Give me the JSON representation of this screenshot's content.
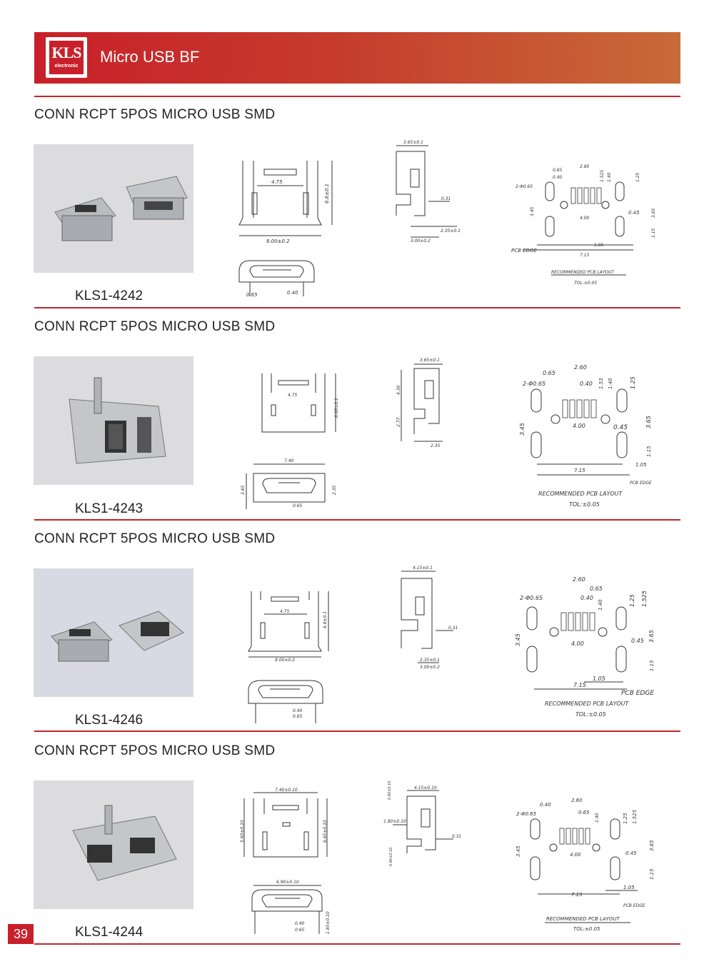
{
  "header": {
    "logo_text": "KLS",
    "logo_sub": "electronic",
    "title": "Micro USB BF"
  },
  "page_number": "39",
  "sections": [
    {
      "title": "CONN RCPT 5POS MICRO USB SMD",
      "part": "KLS1-4242",
      "front": {
        "w": "4.75",
        "h": "6.6±0.1",
        "base": "8.00±0.2"
      },
      "side": {
        "top": "3.65±0.1",
        "d1": "0.31",
        "d2": "2.35±0.1",
        "d3": "3.00±0.2"
      },
      "bottom": {
        "a": "0.65",
        "b": "0.40"
      },
      "pcb": {
        "a": "0.65",
        "b": "2.60",
        "c": "0.40",
        "d": "1.525",
        "e": "1.40",
        "f": "1.25",
        "hole": "2-Φ0.65",
        "g": "3.45",
        "h": "4.00",
        "i": "0.45",
        "j": "3.65",
        "k": "1.15",
        "l": "1.05",
        "m": "7.15",
        "edge": "PCB EDGE",
        "rec": "RECOMMENDED PCB LAYOUT",
        "tol": "TOL:±0.05"
      }
    },
    {
      "title": "CONN RCPT 5POS MICRO USB SMD",
      "part": "KLS1-4243",
      "front": {
        "w": "4.75",
        "h": "6.60±0.1"
      },
      "side": {
        "top": "3.65±0.1",
        "d1": "4.30",
        "d2": "2.77",
        "d3": "2.35"
      },
      "bottom": {
        "a": "7.40",
        "b": "3.65",
        "c": "2.35",
        "d": "0.65"
      },
      "pcb": {
        "a": "0.65",
        "b": "2.60",
        "c": "0.40",
        "d": "1.53",
        "e": "1.40",
        "f": "1.25",
        "hole": "2-Φ0.65",
        "g": "3.45",
        "h": "4.00",
        "i": "0.45",
        "j": "3.65",
        "k": "1.15",
        "l": "1.05",
        "m": "7.15",
        "edge": "PCB EDGE",
        "rec": "RECOMMENDED PCB LAYOUT",
        "tol": "TOL:±0.05"
      }
    },
    {
      "title": "CONN RCPT 5POS MICRO USB SMD",
      "part": "KLS1-4246",
      "front": {
        "w": "4.75",
        "h": "6.6±0.1",
        "base": "8.00±0.2"
      },
      "side": {
        "top": "4.15±0.1",
        "d1": "0.31",
        "d2": "2.35±0.1",
        "d3": "3.00±0.2"
      },
      "bottom": {
        "a": "0.40",
        "b": "0.65"
      },
      "pcb": {
        "a": "0.65",
        "b": "2.60",
        "c": "0.40",
        "d": "1.525",
        "e": "1.40",
        "f": "1.25",
        "hole": "2-Φ0.65",
        "g": "3.45",
        "h": "4.00",
        "i": "0.45",
        "j": "3.65",
        "k": "1.15",
        "l": "1.05",
        "m": "7.15",
        "edge": "PCB EDGE",
        "rec": "RECOMMENDED PCB LAYOUT",
        "tol": "TOL:±0.05"
      }
    },
    {
      "title": "CONN RCPT 5POS MICRO USB SMD",
      "part": "KLS1-4244",
      "front": {
        "w": "7.40±0.10",
        "h": "6.65±0.10",
        "h2": "5.60±0.10"
      },
      "side": {
        "top": "4.15±0.10",
        "d1": "0.31",
        "d2": "1.80±0.10",
        "d3": "0.80±0.10",
        "d4": "0.90±0.10"
      },
      "bottom": {
        "a": "6.90±0.10",
        "b": "0.40",
        "c": "0.65",
        "d": "1.85±0.10"
      },
      "pcb": {
        "a": "0.40",
        "b": "2.60",
        "c": "0.65",
        "d": "1.525",
        "e": "1.40",
        "f": "1.25",
        "hole": "2-Φ0.65",
        "g": "3.45",
        "h": "4.00",
        "i": "0.45",
        "j": "3.65",
        "k": "1.15",
        "l": "1.05",
        "m": "7.15",
        "edge": "PCB EDGE",
        "rec": "RECOMMENDED PCB LAYOUT",
        "tol": "TOL:±0.05"
      }
    }
  ]
}
